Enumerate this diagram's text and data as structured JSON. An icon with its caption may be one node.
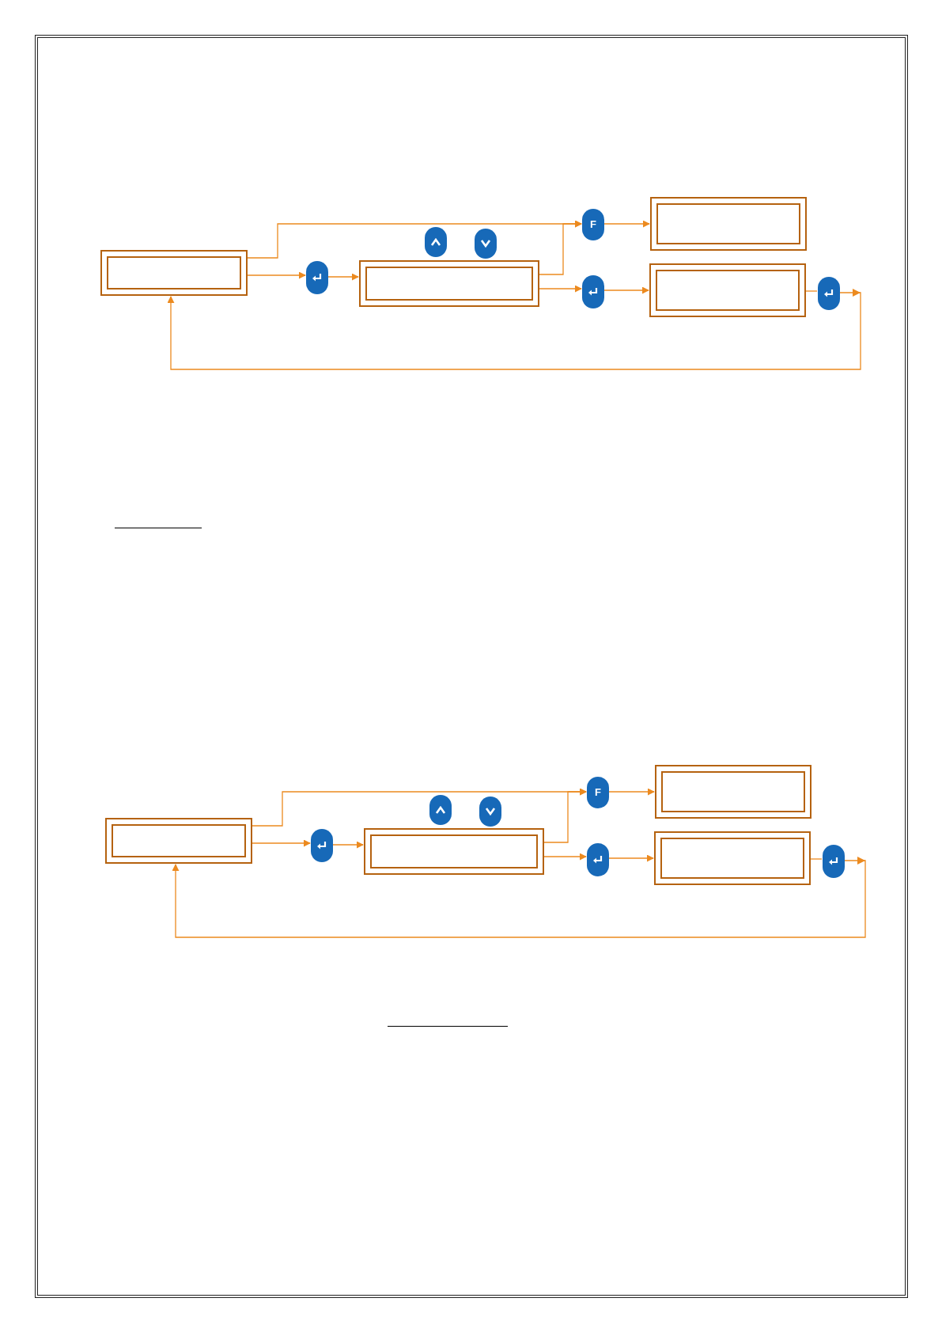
{
  "diagram": {
    "nodes": [
      {
        "text": [],
        "shape": "box"
      },
      {
        "text": [],
        "shape": "circle"
      },
      {
        "text": [],
        "shape": "box"
      },
      {
        "text": [],
        "shape": "circle"
      },
      {
        "text": [],
        "shape": "circle"
      },
      {
        "text": [
          "F"
        ]
      },
      {
        "text": [],
        "shape": "box"
      },
      {
        "text": [],
        "shape": "circle"
      },
      {
        "text": [],
        "shape": "box"
      },
      {
        "text": [],
        "shape": "circle"
      },
      {
        "text": [],
        "shape": "box"
      },
      {
        "text": [],
        "shape": "circle"
      },
      {
        "text": [],
        "shape": "box"
      },
      {
        "text": [],
        "shape": "circle"
      },
      {
        "text": [],
        "shape": "circle"
      },
      {
        "text": [
          "F"
        ]
      },
      {
        "text": [],
        "shape": "box"
      },
      {
        "text": [],
        "shape": "circle"
      },
      {
        "text": [],
        "shape": "box"
      },
      {
        "text": [],
        "shape": "circle"
      }
    ],
    "edges": [
      {
        "from": 0,
        "to": 5,
        "arrow": "to"
      },
      {
        "from": 2,
        "to": 5,
        "arrow": "to"
      },
      {
        "from": 0,
        "to": 1,
        "arrow": "to"
      },
      {
        "from": 1,
        "to": 2,
        "arrow": "to"
      },
      {
        "from": 2,
        "to": 7,
        "arrow": "to"
      },
      {
        "from": 5,
        "to": 6,
        "arrow": "to"
      },
      {
        "from": 7,
        "to": 8,
        "arrow": "to"
      },
      {
        "from": 8,
        "to": 9,
        "arrow": "none"
      },
      {
        "from": 9,
        "to": 0,
        "arrow": "to"
      },
      {
        "from": 10,
        "to": 15,
        "arrow": "to"
      },
      {
        "from": 12,
        "to": 15,
        "arrow": "to"
      },
      {
        "from": 10,
        "to": 11,
        "arrow": "to"
      },
      {
        "from": 11,
        "to": 12,
        "arrow": "to"
      },
      {
        "from": 12,
        "to": 17,
        "arrow": "to"
      },
      {
        "from": 15,
        "to": 16,
        "arrow": "to"
      },
      {
        "from": 17,
        "to": 18,
        "arrow": "to"
      },
      {
        "from": 18,
        "to": 19,
        "arrow": "none"
      },
      {
        "from": 19,
        "to": 10,
        "arrow": "to"
      }
    ]
  }
}
